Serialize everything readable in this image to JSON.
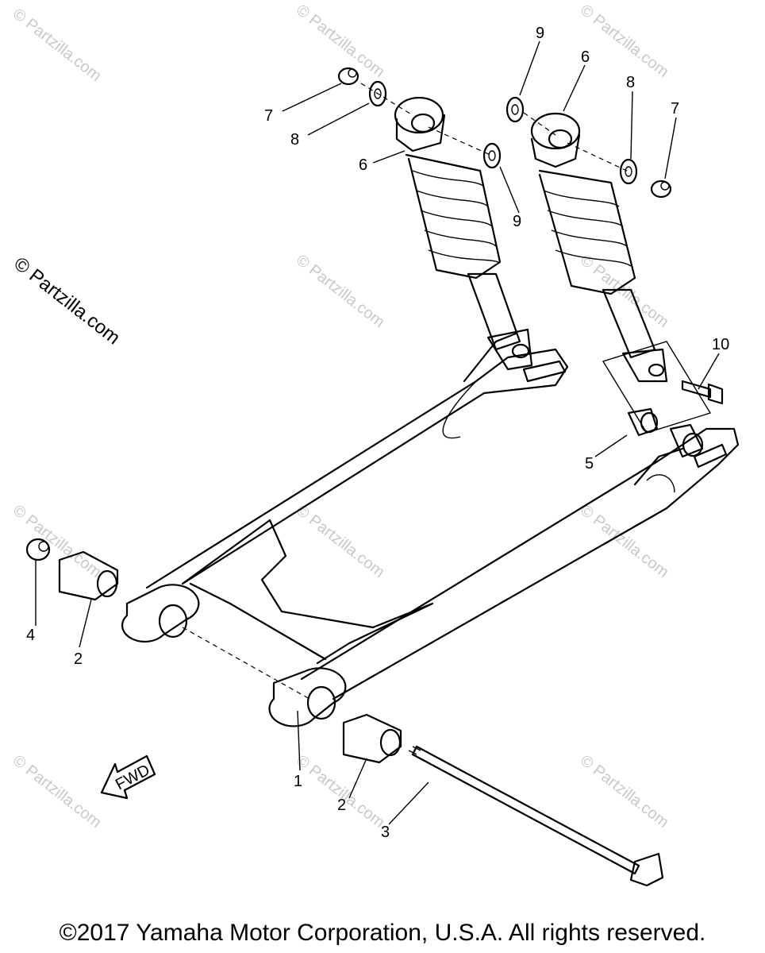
{
  "callouts": {
    "c1": "1",
    "c2a": "2",
    "c2b": "2",
    "c3": "3",
    "c4": "4",
    "c5": "5",
    "c6a": "6",
    "c6b": "6",
    "c7a": "7",
    "c7b": "7",
    "c8a": "8",
    "c8b": "8",
    "c9a": "9",
    "c9b": "9",
    "c10": "10"
  },
  "fwd_label": "FWD",
  "watermark": "© Partzilla.com",
  "copyright": "©2017 Yamaha Motor Corporation, U.S.A. All rights reserved."
}
